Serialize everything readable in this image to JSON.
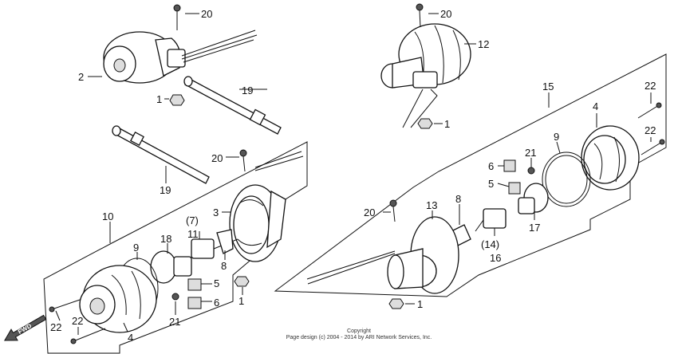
{
  "labels": {
    "l20a": "20",
    "l2": "2",
    "l19a": "19",
    "l1a": "1",
    "l19b": "19",
    "l20b": "20",
    "l10": "10",
    "l3": "3",
    "l7": "(7)",
    "l11": "11",
    "l18": "18",
    "l9a": "9",
    "l8a": "8",
    "l5a": "5",
    "l6a": "6",
    "l21a": "21",
    "l1b": "1",
    "l22a": "22",
    "l22b": "22",
    "l4a": "4",
    "l20c": "20",
    "l12": "12",
    "l1c": "1",
    "l15": "15",
    "l22c": "22",
    "l22d": "22",
    "l4b": "4",
    "l9b": "9",
    "l21b": "21",
    "l6b": "6",
    "l5b": "5",
    "l20d": "20",
    "l13": "13",
    "l8b": "8",
    "l17": "17",
    "l14": "(14)",
    "l16": "16",
    "l1d": "1"
  },
  "fwd": "FWD",
  "copyright": {
    "line1": "Copyright",
    "line2": "Page design (c) 2004 - 2014 by ARI Network Services, Inc."
  }
}
